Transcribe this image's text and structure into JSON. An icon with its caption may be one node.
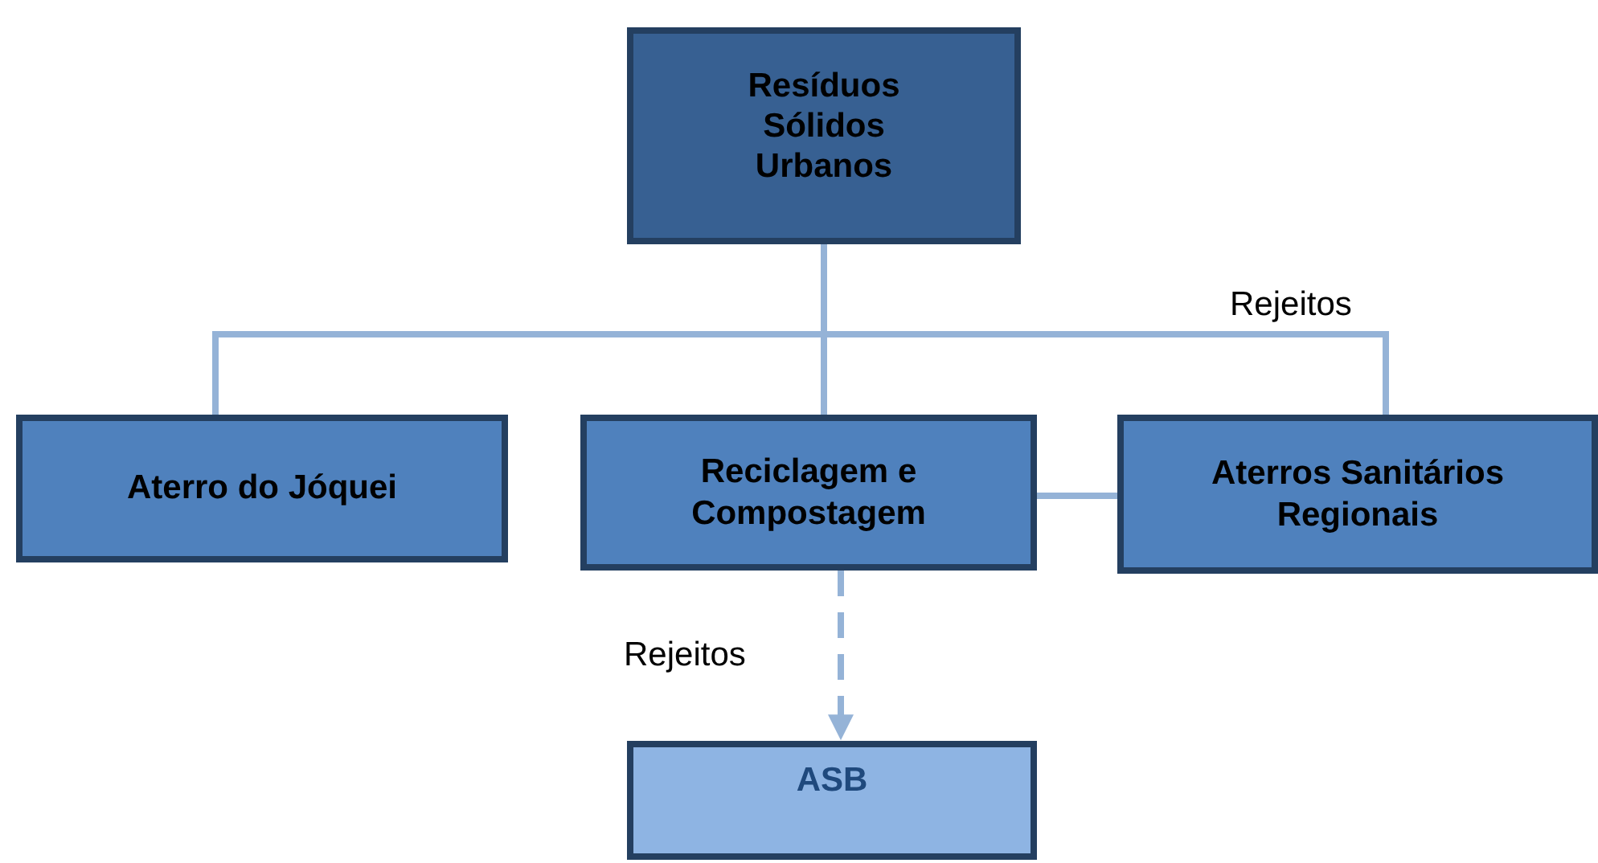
{
  "diagram": {
    "nodes": [
      {
        "text": [
          "Resíduos Sólidos Urbanos"
        ]
      },
      {
        "text": [
          "Aterro do Jóquei"
        ]
      },
      {
        "text": [
          "Reciclagem e Compostagem"
        ]
      },
      {
        "text": [
          "Aterros Sanitários Regionais"
        ]
      },
      {
        "text": [
          "ASB"
        ]
      }
    ],
    "edges": [
      {
        "from": 0,
        "to": 1,
        "arrow": "none"
      },
      {
        "from": 0,
        "to": 2,
        "arrow": "none"
      },
      {
        "from": 0,
        "to": 3,
        "arrow": "none",
        "label": "Rejeitos"
      },
      {
        "from": 2,
        "to": 3,
        "arrow": "none"
      },
      {
        "from": 2,
        "to": 4,
        "arrow": "to",
        "style": "dashed",
        "label": "Rejeitos"
      }
    ]
  }
}
